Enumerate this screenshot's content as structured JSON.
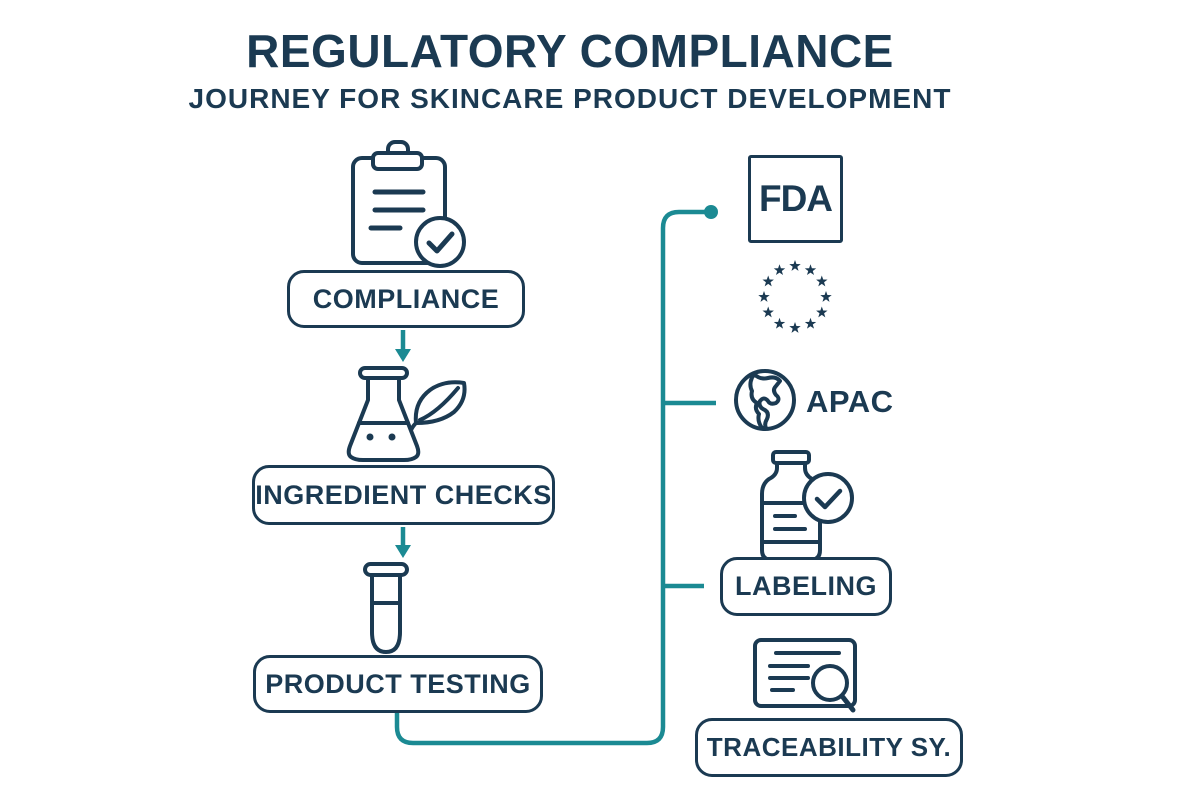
{
  "title": "REGULATORY COMPLIANCE",
  "subtitle": "JOURNEY FOR SKINCARE PRODUCT DEVELOPMENT",
  "colors": {
    "navy": "#1b3a52",
    "teal": "#1b8a93",
    "background": "#ffffff"
  },
  "flow_steps": [
    {
      "label": "COMPLIANCE",
      "icon": "clipboard-check-icon"
    },
    {
      "label": "INGREDIENT CHECKS",
      "icon": "flask-leaf-icon"
    },
    {
      "label": "PRODUCT TESTING",
      "icon": "test-tube-icon"
    }
  ],
  "regions": [
    {
      "label": "FDA",
      "icon": "fda-square-icon"
    },
    {
      "label": "",
      "icon": "eu-stars-icon"
    },
    {
      "label": "APAC",
      "icon": "globe-icon"
    }
  ],
  "outcomes": [
    {
      "label": "LABELING",
      "icon": "bottle-check-icon"
    },
    {
      "label": "TRACEABILITY SY.",
      "icon": "document-search-icon"
    }
  ]
}
